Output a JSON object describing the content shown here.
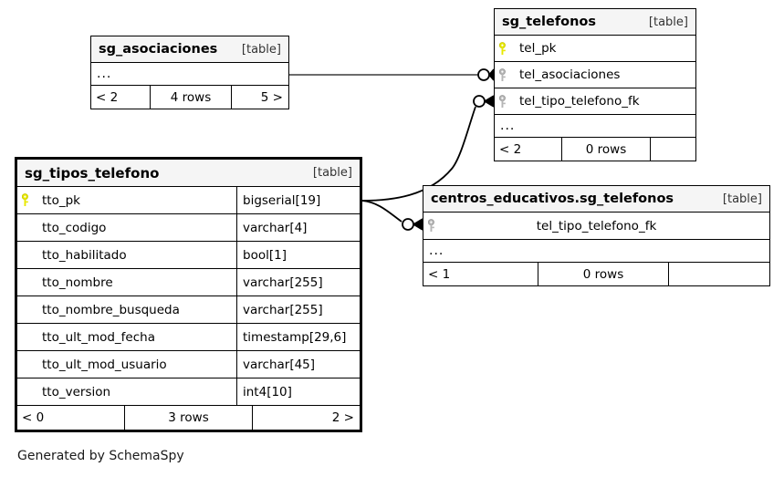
{
  "diagram": {
    "generator_note": "Generated by SchemaSpy",
    "kind_label": "[table]",
    "ellipsis": "...",
    "colors": {
      "primary_key": "#e8e800",
      "foreign_key": "#b0b0b0",
      "header_bg": "#f5f5f5",
      "border": "#000000",
      "edge": "#000000",
      "background": "#ffffff"
    }
  },
  "tables": {
    "sg_asociaciones": {
      "name": "sg_asociaciones",
      "kind": "[table]",
      "has_ellipsis": true,
      "columns": [],
      "footer": {
        "left": "< 2",
        "mid": "4 rows",
        "right": "5 >"
      }
    },
    "sg_telefonos": {
      "name": "sg_telefonos",
      "kind": "[table]",
      "has_ellipsis": true,
      "columns": [
        {
          "key": "primary",
          "name": "tel_pk",
          "type": ""
        },
        {
          "key": "foreign",
          "name": "tel_asociaciones",
          "type": ""
        },
        {
          "key": "foreign",
          "name": "tel_tipo_telefono_fk",
          "type": ""
        }
      ],
      "footer": {
        "left": "< 2",
        "mid": "0 rows",
        "right": ""
      }
    },
    "sg_tipos_telefono": {
      "name": "sg_tipos_telefono",
      "kind": "[table]",
      "has_ellipsis": false,
      "columns": [
        {
          "key": "primary",
          "name": "tto_pk",
          "type": "bigserial[19]"
        },
        {
          "key": "none",
          "name": "tto_codigo",
          "type": "varchar[4]"
        },
        {
          "key": "none",
          "name": "tto_habilitado",
          "type": "bool[1]"
        },
        {
          "key": "none",
          "name": "tto_nombre",
          "type": "varchar[255]"
        },
        {
          "key": "none",
          "name": "tto_nombre_busqueda",
          "type": "varchar[255]"
        },
        {
          "key": "none",
          "name": "tto_ult_mod_fecha",
          "type": "timestamp[29,6]"
        },
        {
          "key": "none",
          "name": "tto_ult_mod_usuario",
          "type": "varchar[45]"
        },
        {
          "key": "none",
          "name": "tto_version",
          "type": "int4[10]"
        }
      ],
      "footer": {
        "left": "< 0",
        "mid": "3 rows",
        "right": "2 >"
      }
    },
    "centros_educativos_sg_telefonos": {
      "name": "centros_educativos.sg_telefonos",
      "kind": "[table]",
      "has_ellipsis": true,
      "columns": [
        {
          "key": "foreign",
          "name": "tel_tipo_telefono_fk",
          "type": ""
        }
      ],
      "footer": {
        "left": "< 1",
        "mid": "0 rows",
        "right": ""
      }
    }
  },
  "relationships": [
    {
      "from": "sg_asociaciones",
      "to": "sg_telefonos.tel_asociaciones",
      "cardinality": "zero-or-many"
    },
    {
      "from": "sg_tipos_telefono.tto_pk",
      "to": "sg_telefonos.tel_tipo_telefono_fk",
      "cardinality": "zero-or-many"
    },
    {
      "from": "sg_tipos_telefono.tto_pk",
      "to": "centros_educativos.sg_telefonos.tel_tipo_telefono_fk",
      "cardinality": "zero-or-many"
    }
  ]
}
